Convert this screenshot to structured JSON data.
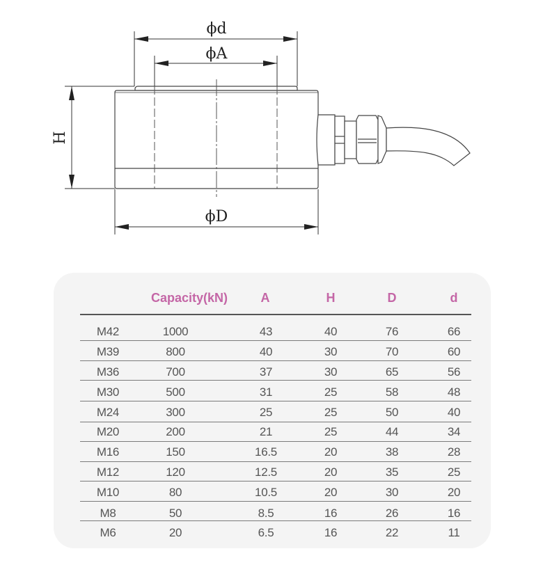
{
  "drawing": {
    "labels": {
      "d": "ϕd",
      "A": "ϕA",
      "D": "ϕD",
      "H": "H"
    }
  },
  "table": {
    "header": {
      "capacity": "Capacity(kN)",
      "A": "A",
      "H": "H",
      "D": "D",
      "d": "d"
    },
    "header_color": "#c466a6",
    "rows": [
      {
        "model": "M42",
        "capacity": "1000",
        "A": "43",
        "H": "40",
        "D": "76",
        "d": "66"
      },
      {
        "model": "M39",
        "capacity": "800",
        "A": "40",
        "H": "30",
        "D": "70",
        "d": "60"
      },
      {
        "model": "M36",
        "capacity": "700",
        "A": "37",
        "H": "30",
        "D": "65",
        "d": "56"
      },
      {
        "model": "M30",
        "capacity": "500",
        "A": "31",
        "H": "25",
        "D": "58",
        "d": "48"
      },
      {
        "model": "M24",
        "capacity": "300",
        "A": "25",
        "H": "25",
        "D": "50",
        "d": "40"
      },
      {
        "model": "M20",
        "capacity": "200",
        "A": "21",
        "H": "25",
        "D": "44",
        "d": "34"
      },
      {
        "model": "M16",
        "capacity": "150",
        "A": "16.5",
        "H": "20",
        "D": "38",
        "d": "28"
      },
      {
        "model": "M12",
        "capacity": "120",
        "A": "12.5",
        "H": "20",
        "D": "35",
        "d": "25"
      },
      {
        "model": "M10",
        "capacity": "80",
        "A": "10.5",
        "H": "20",
        "D": "30",
        "d": "20"
      },
      {
        "model": "M8",
        "capacity": "50",
        "A": "8.5",
        "H": "16",
        "D": "26",
        "d": "16"
      },
      {
        "model": "M6",
        "capacity": "20",
        "A": "6.5",
        "H": "16",
        "D": "22",
        "d": "11"
      }
    ]
  }
}
